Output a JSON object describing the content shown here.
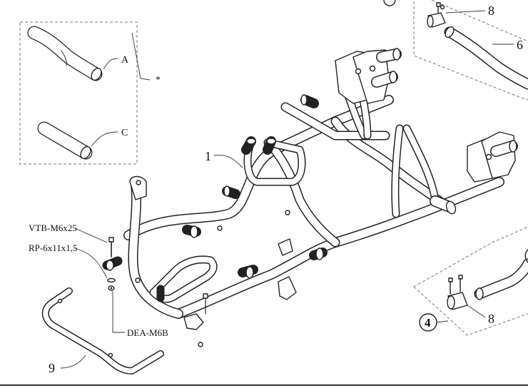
{
  "labels": {
    "frame": "1",
    "bar_6": "6",
    "clamp_8_top": "8",
    "clamp_8_bottom": "8",
    "kit_4": "4",
    "bumper_9": "9",
    "tube_a": "A",
    "tube_c": "C",
    "kit_note": "*",
    "screw": "VTB-M6x25",
    "washer": "RP-6x11x1,5",
    "nut": "DEA-M6B"
  }
}
